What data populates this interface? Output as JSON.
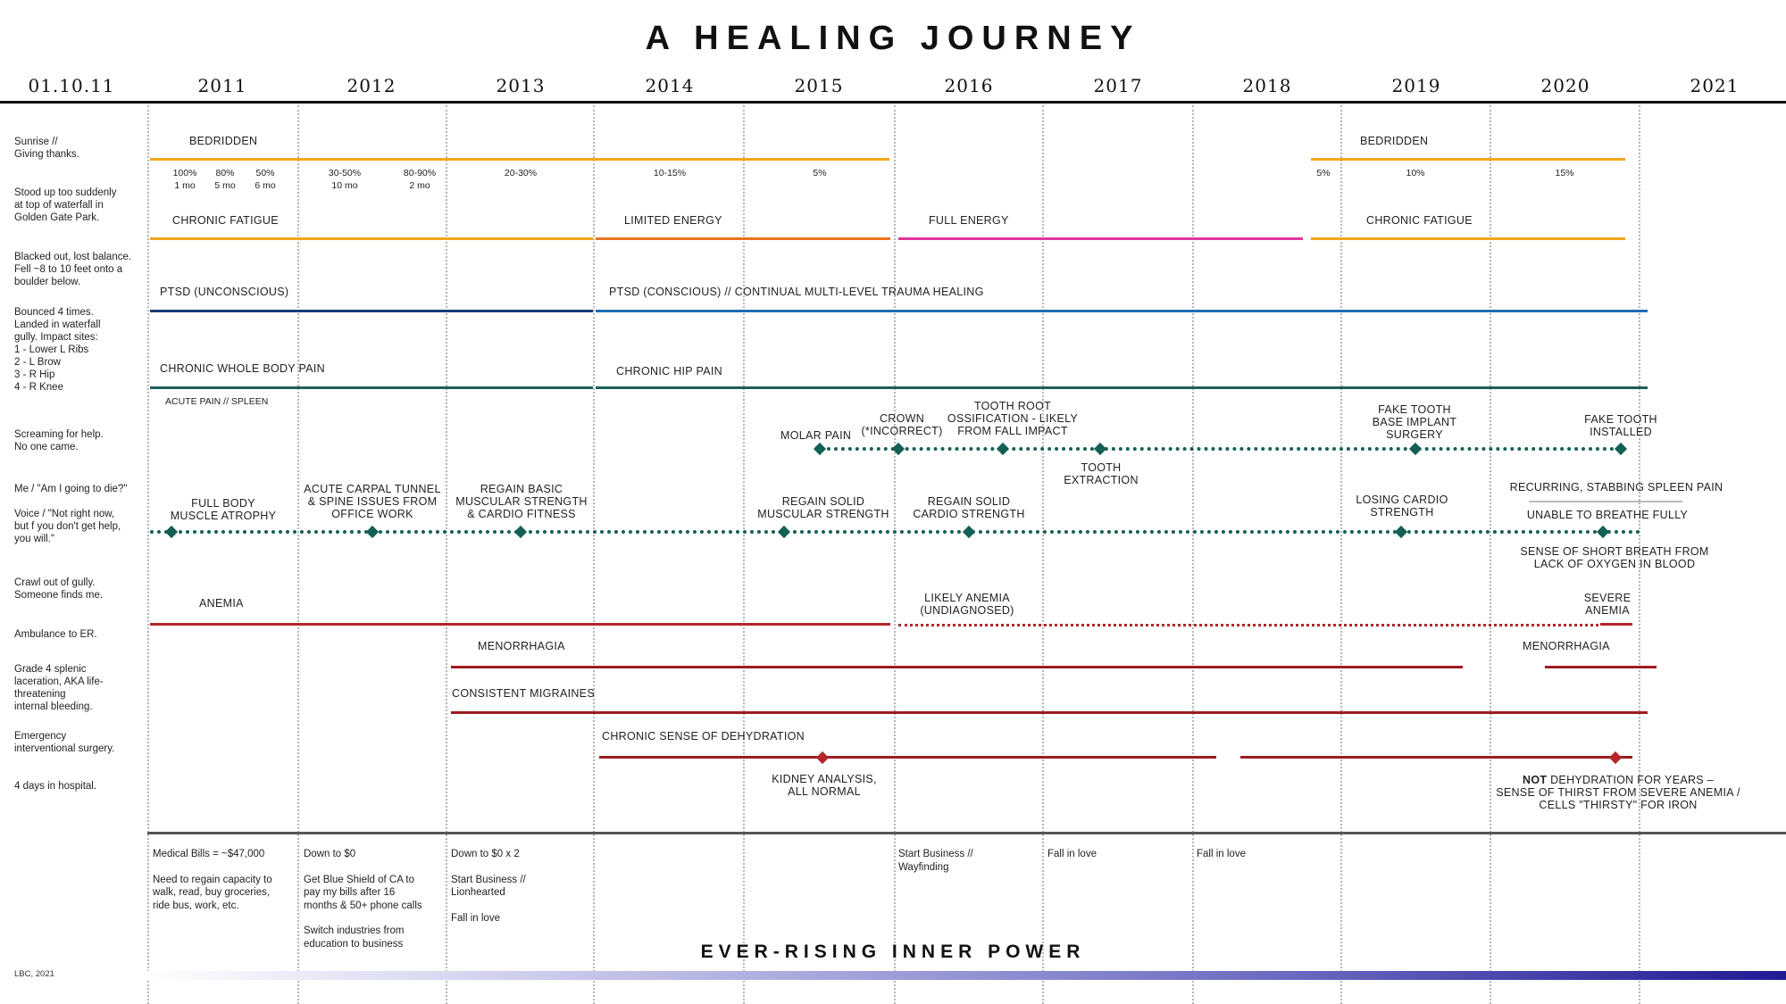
{
  "title": "A HEALING JOURNEY",
  "years": [
    "01.10.11",
    "2011",
    "2012",
    "2013",
    "2014",
    "2015",
    "2016",
    "2017",
    "2018",
    "2019",
    "2020",
    "2021"
  ],
  "sidebar": [
    "Sunrise //\nGiving thanks.",
    "Stood up too suddenly\nat top of waterfall in\nGolden Gate Park.",
    "Blacked out, lost balance.\nFell ~8 to 10 feet onto a\nboulder below.",
    "Bounced 4 times.\nLanded in waterfall\ngully. Impact sites:\n1 - Lower L Ribs\n2 - L Brow\n3 - R Hip\n4 - R Knee",
    "Screaming for help.\nNo one came.",
    "Me / \"Am I going to die?\"",
    "Voice / \"Not right now,\nbut f you don't get help,\nyou will.\"",
    "Crawl out of gully.\nSomeone finds me.",
    "Ambulance to ER.",
    "Grade 4 splenic\nlaceration, AKA life-\nthreatening\ninternal bleeding.",
    "Emergency\ninterventional surgery.",
    "4 days in hospital."
  ],
  "colors": {
    "gold": "#f0a818",
    "orange": "#e8731e",
    "magenta": "#e0369e",
    "navy": "#163f73",
    "blue": "#1f6cb5",
    "teal": "#1b5e5a",
    "green": "#146054",
    "red": "#b3252a",
    "darkred": "#9c1c22"
  },
  "bedridden": {
    "label": "BEDRIDDEN",
    "label2": "BEDRIDDEN",
    "pcts": [
      {
        "v": "100%",
        "s": "1 mo"
      },
      {
        "v": "80%",
        "s": "5 mo"
      },
      {
        "v": "50%",
        "s": "6 mo"
      },
      {
        "v": "30-50%",
        "s": "10 mo"
      },
      {
        "v": "80-90%",
        "s": "2 mo"
      },
      {
        "v": "20-30%",
        "s": ""
      },
      {
        "v": "10-15%",
        "s": ""
      },
      {
        "v": "5%",
        "s": ""
      },
      {
        "v": "5%",
        "s": ""
      },
      {
        "v": "10%",
        "s": ""
      },
      {
        "v": "15%",
        "s": ""
      }
    ]
  },
  "energy": {
    "chronic_fatigue": "CHRONIC FATIGUE",
    "limited": "LIMITED ENERGY",
    "full": "FULL ENERGY",
    "chronic_fatigue2": "CHRONIC FATIGUE"
  },
  "ptsd": {
    "unconscious": "PTSD (UNCONSCIOUS)",
    "conscious": "PTSD (CONSCIOUS) // CONTINUAL MULTI-LEVEL TRAUMA HEALING"
  },
  "pain": {
    "whole_body": "CHRONIC WHOLE BODY PAIN",
    "hip": "CHRONIC HIP PAIN",
    "acute": "ACUTE PAIN // SPLEEN"
  },
  "teeth": {
    "molar": "MOLAR PAIN",
    "crown": "CROWN\n(*INCORRECT)",
    "ossification": "TOOTH ROOT\nOSSIFICATION - LIKELY\nFROM FALL IMPACT",
    "extraction": "TOOTH\nEXTRACTION",
    "implant": "FAKE TOOTH\nBASE IMPLANT\nSURGERY",
    "installed": "FAKE TOOTH\nINSTALLED"
  },
  "fitness": {
    "atrophy": "FULL BODY\nMUSCLE ATROPHY",
    "carpal": "ACUTE CARPAL TUNNEL\n& SPINE ISSUES FROM\nOFFICE WORK",
    "basic": "REGAIN BASIC\nMUSCULAR STRENGTH\n& CARDIO FITNESS",
    "muscular": "REGAIN SOLID\nMUSCULAR STRENGTH",
    "cardio": "REGAIN SOLID\nCARDIO STRENGTH",
    "losing": "LOSING CARDIO\nSTRENGTH",
    "recurring": "RECURRING, STABBING SPLEEN PAIN",
    "unable": "UNABLE TO BREATHE FULLY",
    "short": "SENSE OF SHORT BREATH FROM\nLACK OF OXYGEN IN BLOOD"
  },
  "anemia": {
    "anemia": "ANEMIA",
    "likely": "LIKELY ANEMIA\n(UNDIAGNOSED)",
    "severe": "SEVERE\nANEMIA"
  },
  "menorrhagia": {
    "label": "MENORRHAGIA",
    "label2": "MENORRHAGIA"
  },
  "migraines": {
    "label": "CONSISTENT MIGRAINES"
  },
  "dehydration": {
    "label": "CHRONIC SENSE OF DEHYDRATION",
    "kidney": "KIDNEY ANALYSIS,\nALL NORMAL",
    "not_bold": "NOT",
    "not_rest": " DEHYDRATION FOR YEARS –",
    "not_line2": "SENSE OF THIRST FROM SEVERE ANEMIA /\nCELLS \"THIRSTY\" FOR IRON"
  },
  "finances": [
    [
      "Medical Bills = ~$47,000",
      "Need to regain capacity to\nwalk, read, buy groceries,\nride bus, work, etc."
    ],
    [
      "Down to $0",
      "Get Blue Shield of CA to\npay my bills after 16\nmonths & 50+ phone calls",
      "Switch industries from\neducation to business"
    ],
    [
      "Down to $0 x 2",
      "Start Business //\nLionhearted",
      "Fall in love"
    ],
    [
      "Start Business //\nWayfinding"
    ],
    [
      "Fall in love"
    ],
    [
      "Fall in love"
    ]
  ],
  "footer_title": "EVER-RISING INNER POWER",
  "credit": "LBC, 2021"
}
